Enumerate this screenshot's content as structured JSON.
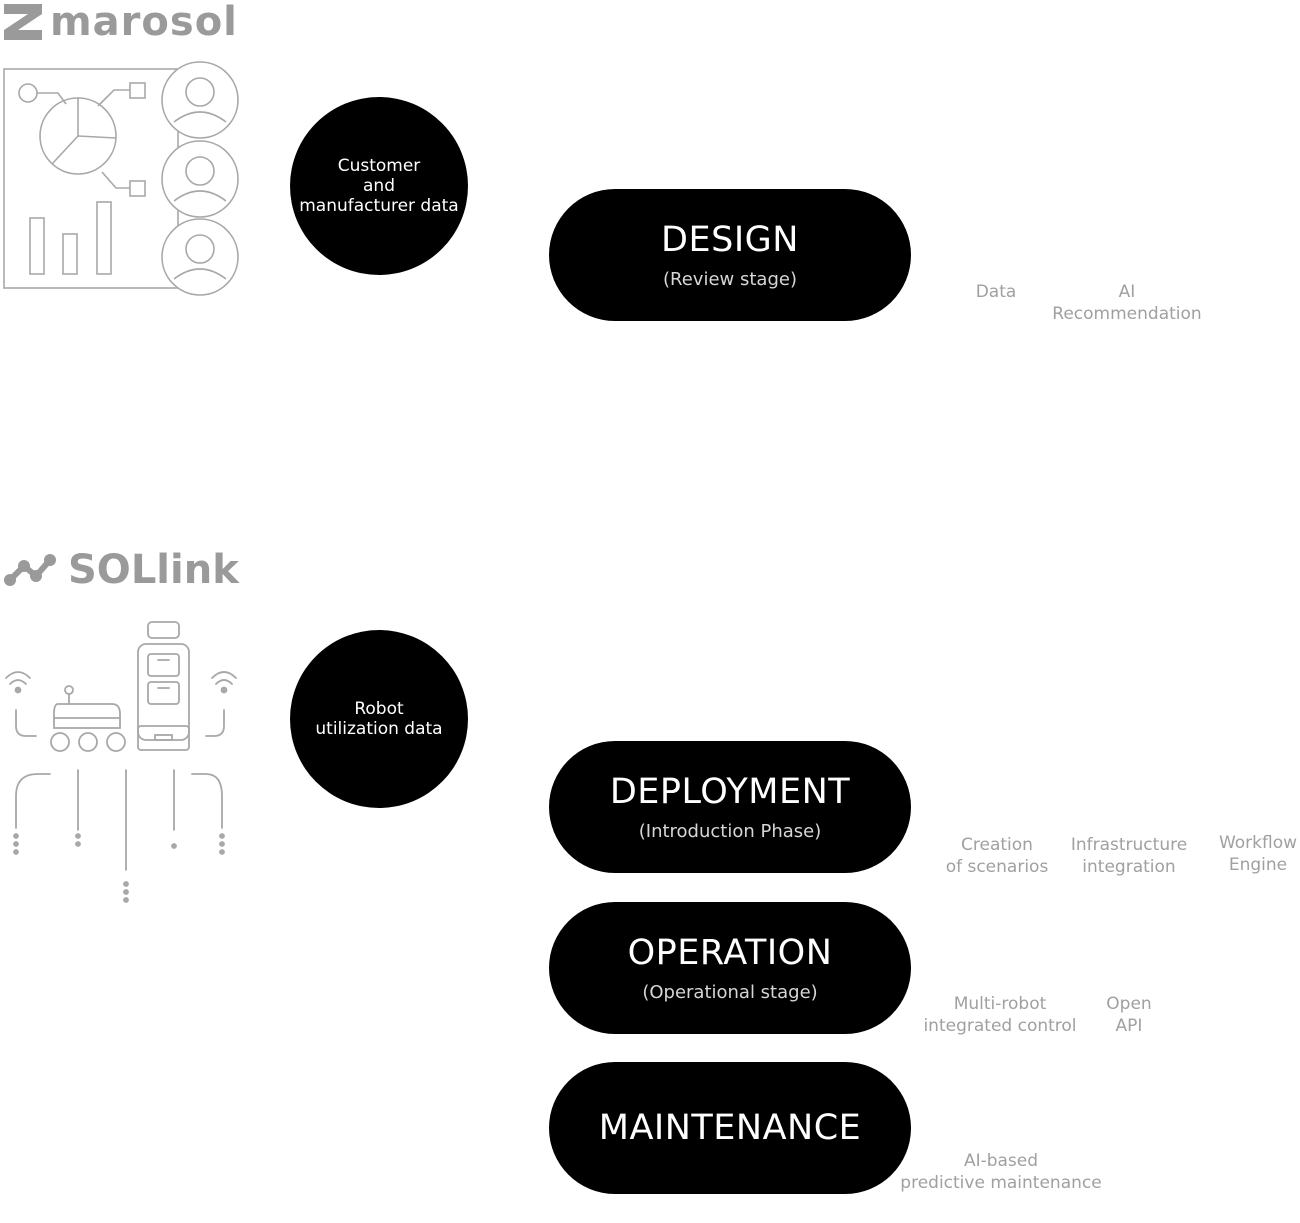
{
  "marosol": {
    "logo_text": "marosol",
    "data_circle": "Customer\nand\nmanufacturer data"
  },
  "sollink": {
    "logo_text": "SOLlink",
    "data_circle": "Robot\nutilization data"
  },
  "stages": [
    {
      "name": "DESIGN",
      "sub": "(Review stage)"
    },
    {
      "name": "DEPLOYMENT",
      "sub": "(Introduction Phase)"
    },
    {
      "name": "OPERATION",
      "sub": "(Operational stage)"
    },
    {
      "name": "MAINTENANCE",
      "sub": ""
    }
  ],
  "features": {
    "design": [
      "Data",
      "AI\nRecommendation"
    ],
    "deployment": [
      "Creation\nof scenarios",
      "Infrastructure\nintegration",
      "Workflow\nEngine"
    ],
    "operation": [
      "Multi-robot\nintegrated control",
      "Open\nAPI"
    ],
    "maintenance": [
      "AI-based\npredictive maintenance"
    ]
  },
  "colors": {
    "pill": "#000000",
    "feature_text": "#a0a0a0",
    "logo_gray": "#9a9a9a",
    "illustration_stroke": "#a8a8a8"
  }
}
